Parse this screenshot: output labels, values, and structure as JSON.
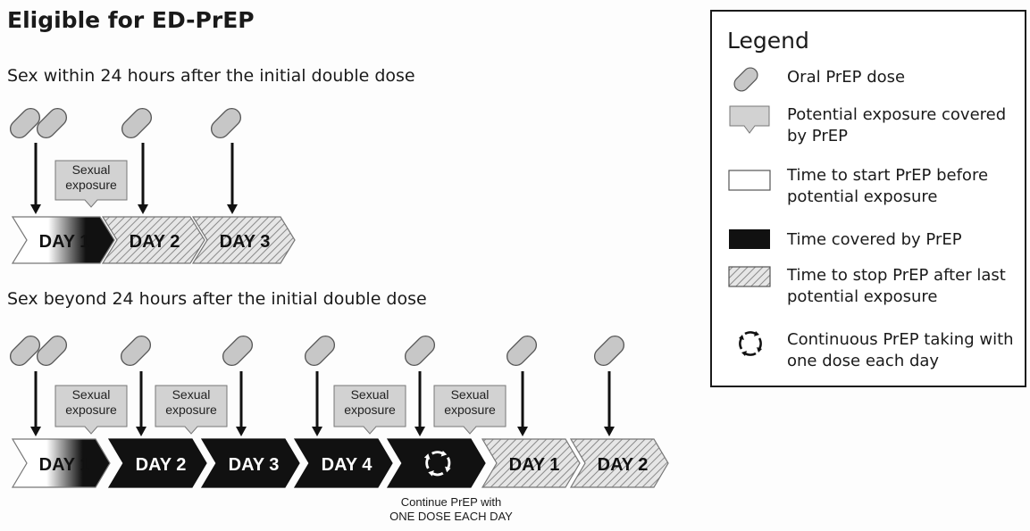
{
  "title": "Eligible for ED-PrEP",
  "scenario1": {
    "label": "Sex within 24 hours after the initial double dose",
    "days": [
      "DAY 1",
      "DAY 2",
      "DAY 3"
    ],
    "exposure_label": [
      "Sexual",
      "exposure"
    ]
  },
  "scenario2": {
    "label": "Sex beyond 24 hours after the initial double dose",
    "days": [
      "DAY 1",
      "DAY 2",
      "DAY 3",
      "DAY 4",
      "",
      "DAY 1",
      "DAY 2"
    ],
    "exposure_label": [
      "Sexual",
      "exposure"
    ],
    "note_line1": "Continue PrEP with",
    "note_line2": "ONE DOSE EACH DAY"
  },
  "legend": {
    "title": "Legend",
    "items": [
      {
        "symbol": "pill-icon",
        "text": "Oral PrEP dose"
      },
      {
        "symbol": "callout-icon",
        "text": "Potential exposure covered by PrEP"
      },
      {
        "symbol": "white-box",
        "text": "Time to start PrEP before potential exposure"
      },
      {
        "symbol": "black-box",
        "text": "Time covered by PrEP"
      },
      {
        "symbol": "hatched-box",
        "text": "Time to stop PrEP after last potential exposure"
      },
      {
        "symbol": "cycle-icon",
        "text": "Continuous PrEP taking with one dose each day"
      }
    ]
  },
  "colors": {
    "pill": "#c7c7c7",
    "callout": "#d2d2d2",
    "covered": "#111111",
    "hatch": "#888888"
  }
}
